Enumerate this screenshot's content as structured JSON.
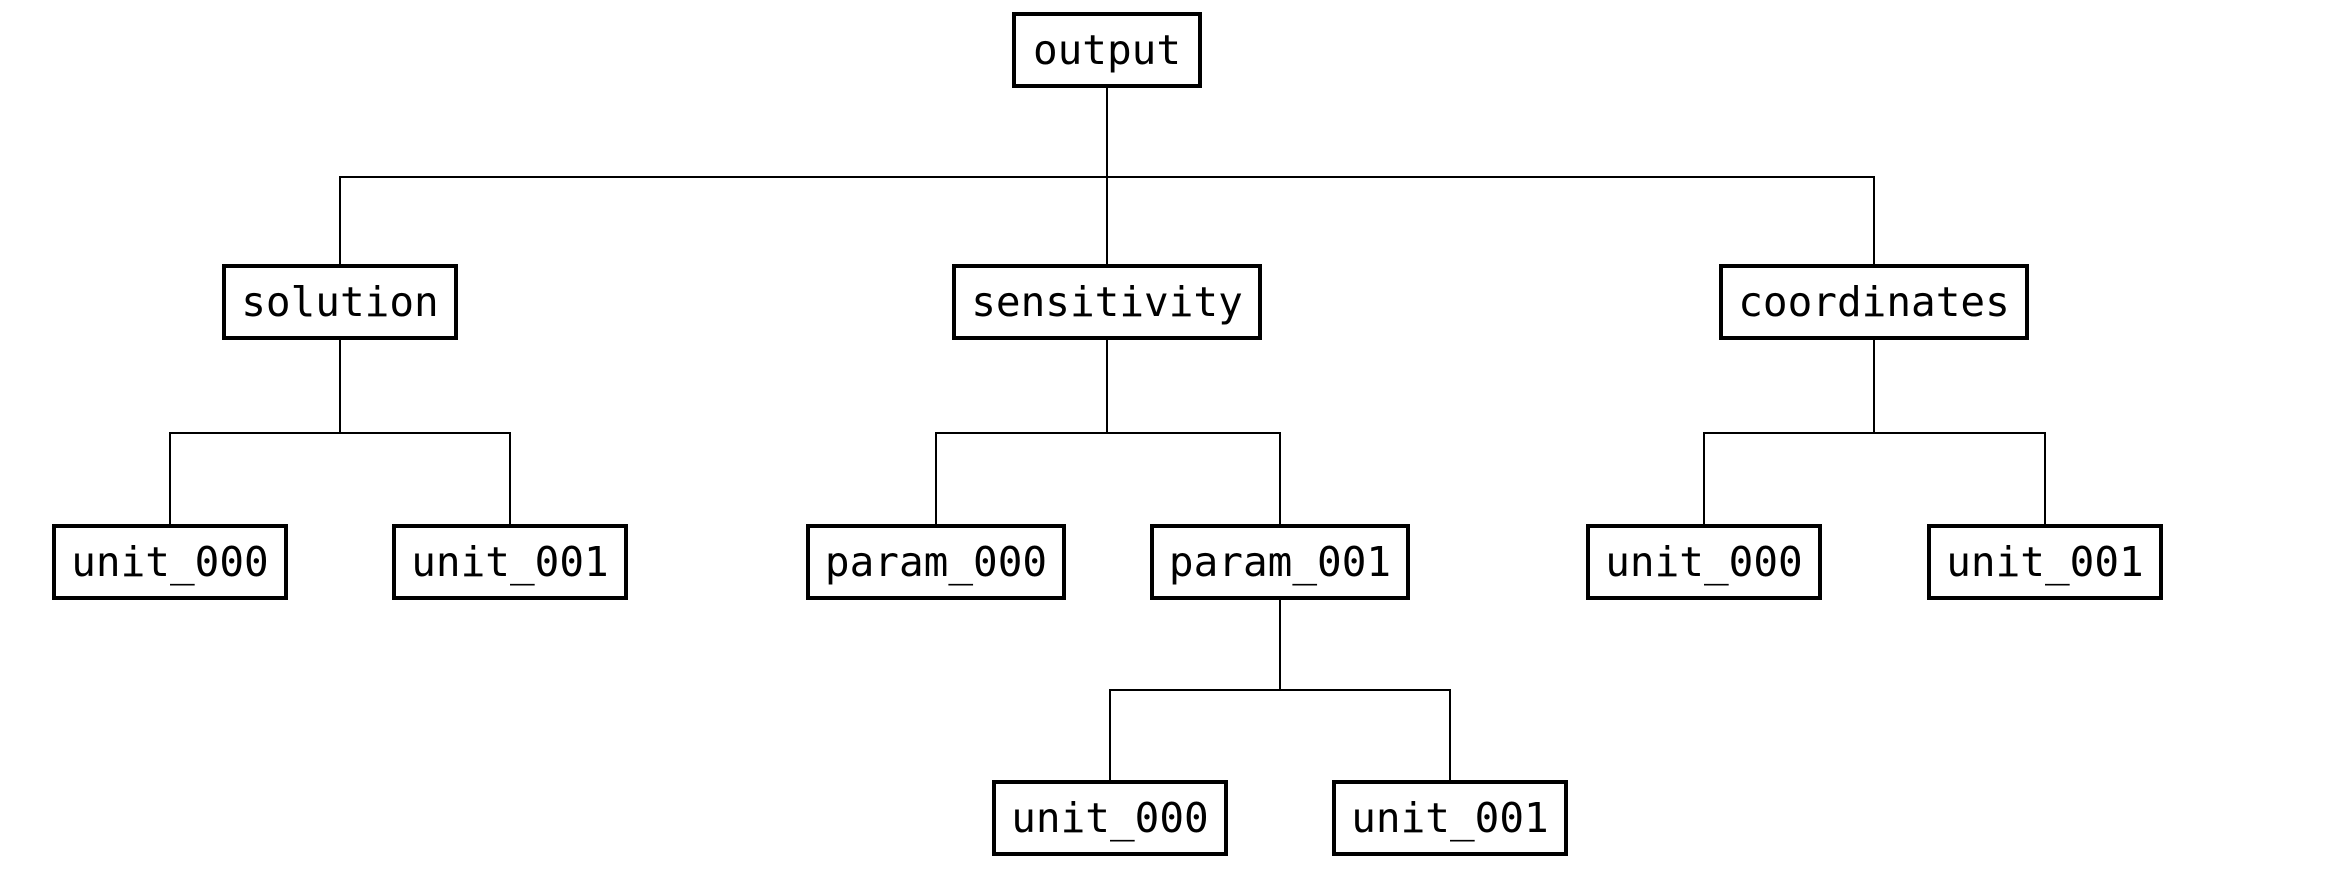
{
  "diagram": {
    "type": "tree",
    "background_color": "#ffffff",
    "box_fill_color": "#ffffff",
    "box_border_color": "#000000",
    "line_color": "#000000",
    "text_color": "#000000"
  },
  "nodes": [
    {
      "id": "output",
      "label": "output",
      "parent": null
    },
    {
      "id": "solution",
      "label": "solution",
      "parent": "output"
    },
    {
      "id": "sensitivity",
      "label": "sensitivity",
      "parent": "output"
    },
    {
      "id": "coordinates",
      "label": "coordinates",
      "parent": "output"
    },
    {
      "id": "solution.unit_000",
      "label": "unit_000",
      "parent": "solution"
    },
    {
      "id": "solution.unit_001",
      "label": "unit_001",
      "parent": "solution"
    },
    {
      "id": "sensitivity.param_000",
      "label": "param_000",
      "parent": "sensitivity"
    },
    {
      "id": "sensitivity.param_001",
      "label": "param_001",
      "parent": "sensitivity"
    },
    {
      "id": "coordinates.unit_000",
      "label": "unit_000",
      "parent": "coordinates"
    },
    {
      "id": "coordinates.unit_001",
      "label": "unit_001",
      "parent": "coordinates"
    },
    {
      "id": "sensitivity.param_001.unit_000",
      "label": "unit_000",
      "parent": "sensitivity.param_001"
    },
    {
      "id": "sensitivity.param_001.unit_001",
      "label": "unit_001",
      "parent": "sensitivity.param_001"
    }
  ]
}
